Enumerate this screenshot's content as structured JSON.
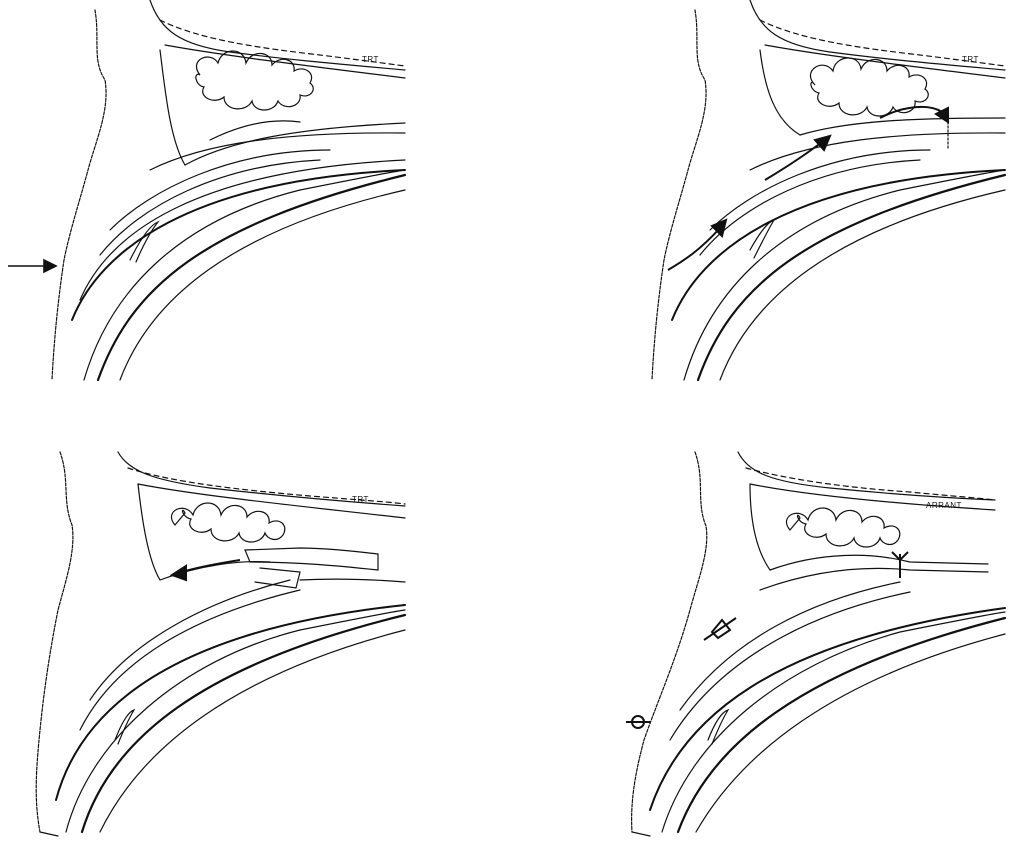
{
  "figure": {
    "panels": [
      {
        "label": "TRT",
        "annotations": [
          "skin-entry-arrow"
        ]
      },
      {
        "label": "TRT",
        "annotations": [
          "flap-advance-arrow",
          "flap-advance-arrow",
          "flap-rotation-arrow"
        ]
      },
      {
        "label": "TRT",
        "annotations": [
          "flap-retraction-arrow"
        ]
      },
      {
        "label": "ARRANT",
        "annotations": [
          "suture-marks"
        ]
      }
    ]
  },
  "colors": {
    "ink": "#111111",
    "background": "#ffffff"
  }
}
